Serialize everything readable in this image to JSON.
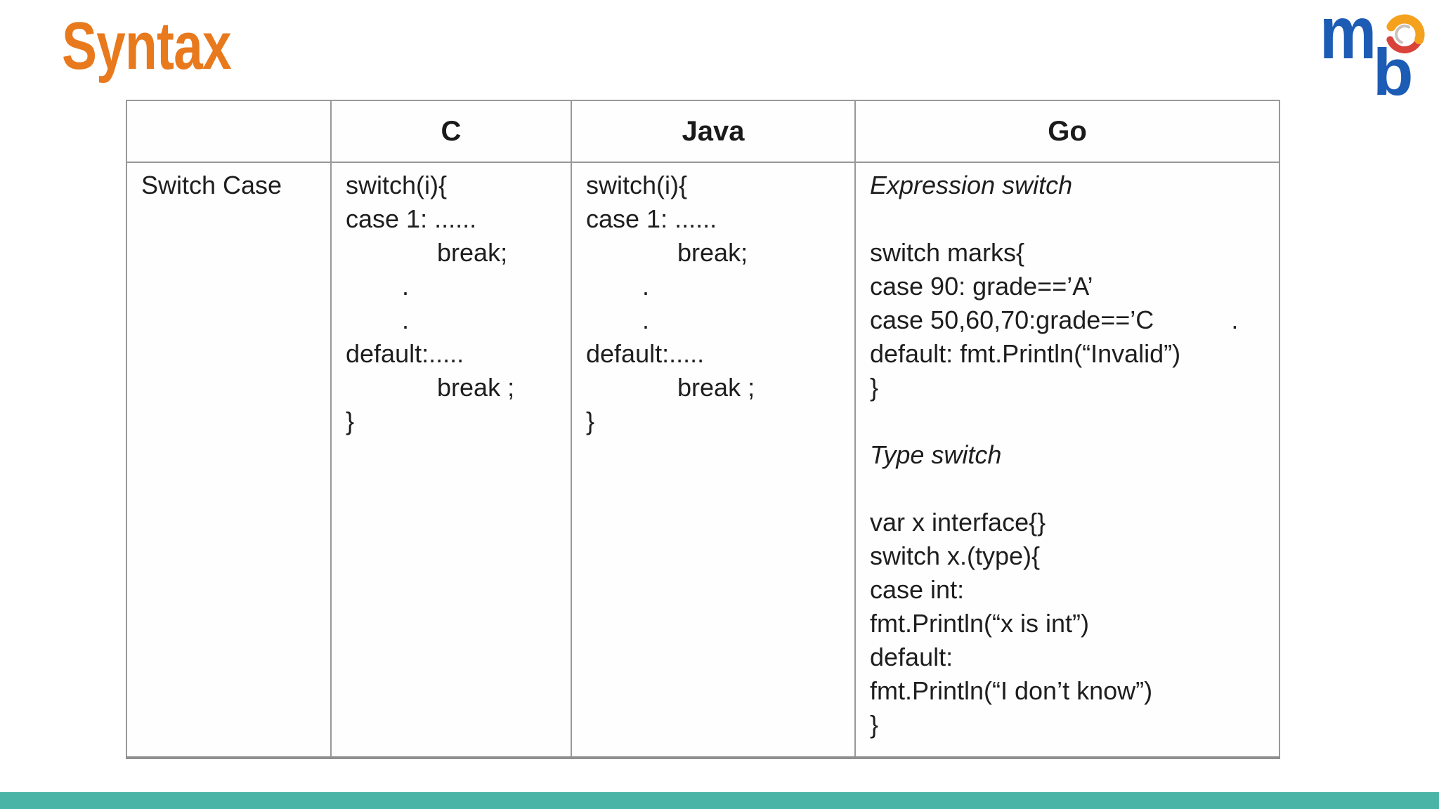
{
  "slide": {
    "title": "Syntax",
    "accent_color": "#E8791D",
    "footer_bar_color": "#4AB4A6"
  },
  "logo": {
    "letter_m": "m",
    "letter_b": "b",
    "blue": "#1D5CB4",
    "orange": "#F4A11D",
    "red": "#D8433A"
  },
  "table": {
    "headers": [
      "",
      "C",
      "Java",
      "Go"
    ],
    "row_label": "Switch Case",
    "c_code": {
      "lines": [
        "switch(i){",
        "case 1: ......",
        "             break;",
        "        .",
        "        .",
        "default:.....",
        "             break ;",
        "}"
      ]
    },
    "java_code": {
      "lines": [
        "switch(i){",
        "case 1: ......",
        "             break;",
        "        .",
        "        .",
        "default:.....",
        "             break ;",
        "}"
      ]
    },
    "go": {
      "sections": [
        {
          "heading": "Expression switch",
          "lines": [
            "switch marks{",
            "case 90: grade==’A’",
            "case 50,60,70:grade==’C           .",
            "default: fmt.Println(“Invalid”)",
            "}"
          ]
        },
        {
          "heading": "Type switch",
          "lines": [
            "var x interface{}",
            "switch x.(type){",
            "case int:",
            "fmt.Println(“x is int”)",
            "default:",
            "fmt.Println(“I don’t know”)",
            "}"
          ]
        }
      ]
    }
  }
}
